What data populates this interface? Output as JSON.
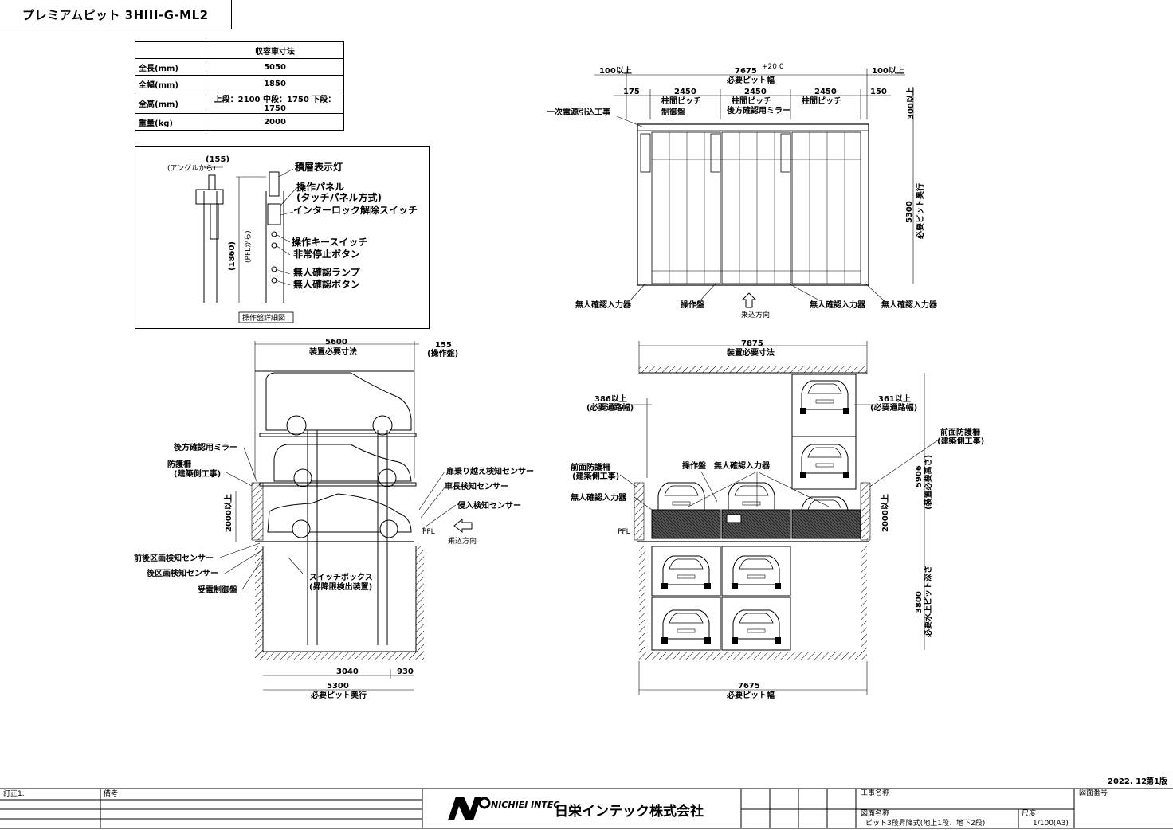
{
  "title": "プレミアムピット 3HIII-G-ML2",
  "spec_table": {
    "header": "収容車寸法",
    "rows": [
      {
        "label": "全長(mm)",
        "value": "5050"
      },
      {
        "label": "全幅(mm)",
        "value": "1850"
      },
      {
        "label": "全高(mm)",
        "value": "上段：2100 中段：1750 下段：1750"
      },
      {
        "label": "重量(kg)",
        "value": "2000"
      }
    ]
  },
  "detail": {
    "caption": "操作盤詳細図",
    "dim_155": "(155)",
    "dim_155_note": "(アングルから)",
    "dim_1860": "(1860)",
    "dim_1860_note": "(PFLから)",
    "labels": [
      "積層表示灯",
      "操作パネル",
      "(タッチパネル方式)",
      "インターロック解除スイッチ",
      "操作キースイッチ",
      "非常停止ボタン",
      "無人確認ランプ",
      "無人確認ボタン"
    ]
  },
  "plan": {
    "dim_left": "100以上",
    "dim_total": "7675",
    "dim_total_tol": "+20 0",
    "dim_total_label": "必要ピット幅",
    "dim_right": "100以上",
    "dim_175": "175",
    "dim_150": "150",
    "pitch": [
      "2450",
      "2450",
      "2450"
    ],
    "pitch_label": "柱間ピッチ",
    "control_label": "制御盤",
    "mirror_label": "後方確認用ミラー",
    "power_label": "一次電源引込工事",
    "dim_300": "300以上",
    "dim_5300": "5300",
    "dim_5300_label": "必要ピット奥行",
    "bottom_labels": [
      "無人確認入力器",
      "操作盤",
      "無人確認入力器",
      "無人確認入力器"
    ],
    "entry_label": "乗込方向"
  },
  "side": {
    "dim_5600": "5600",
    "dim_5600_label": "装置必要寸法",
    "dim_155": "155",
    "dim_155_label": "(操作盤)",
    "dim_2000": "2000以上",
    "labels_left": [
      "後方確認用ミラー",
      "防護柵",
      "(建築側工事)",
      "前後区画検知センサー",
      "後区画検知センサー",
      "受電制御盤"
    ],
    "labels_right": [
      "扉乗り越え検知センサー",
      "車長検知センサー",
      "侵入検知センサー"
    ],
    "pfl": "PFL",
    "entry_label": "乗込方向",
    "switch_box": "スイッチボックス",
    "switch_box_note": "(昇降限検出装置)",
    "dim_3040": "3040",
    "dim_930": "930",
    "dim_5300": "5300",
    "dim_5300_label": "必要ピット奥行"
  },
  "front": {
    "dim_7875": "7875",
    "dim_7875_label": "装置必要寸法",
    "dim_386": "386以上",
    "dim_386_label": "(必要通路幅)",
    "dim_361": "361以上",
    "dim_361_label": "(必要通路幅)",
    "labels": [
      "操作盤",
      "無人確認入力器",
      "前面防護柵",
      "(建築側工事)",
      "無人確認入力器"
    ],
    "right_labels": [
      "前面防護柵",
      "(建築側工事)"
    ],
    "pfl": "PFL",
    "dim_2000": "2000以上",
    "dim_5906": "5906",
    "dim_5906_label": "(装置必要高さ)",
    "dim_3800": "3800",
    "dim_3800_label": "必要水上ピット深さ",
    "dim_7675": "7675",
    "dim_7675_label": "必要ピット幅"
  },
  "footer": {
    "date": "2022. 12",
    "edition": "第1版",
    "revision": "訂正",
    "revision_no": "1.",
    "remark": "備考",
    "company": "日栄インテック株式会社",
    "logo": "NICHIEI INTEC",
    "project_label": "工事名称",
    "drawing_label": "図面名称",
    "drawing_name": "ピット3段昇降式(地上1段、地下2段)",
    "scale_label": "尺度",
    "scale": "1/100(A3)",
    "drawing_no_label": "図面番号"
  }
}
